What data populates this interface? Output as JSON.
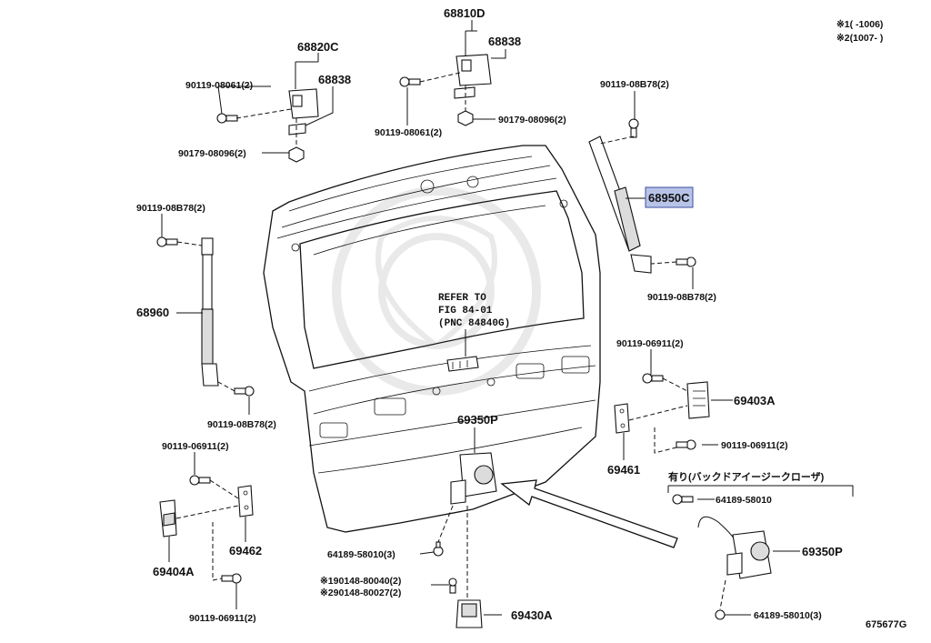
{
  "diagram_id": "675677G",
  "notes": {
    "note1": "※1(   -1006)",
    "note2": "※2(1007-   )"
  },
  "refer": {
    "line1": "REFER TO",
    "line2": "FIG 84-01",
    "line3": "(PNC 84840G)"
  },
  "easy_closer": {
    "label": "有り(バックドアイージークローザ)"
  },
  "labels": {
    "p68810D": "68810D",
    "p68838_right": "68838",
    "p68820C": "68820C",
    "p68838_left": "68838",
    "bolt_top_left": "90119-08061(2)",
    "nut_left": "90179-08096(2)",
    "bolt_top_center": "90119-08061(2)",
    "nut_center": "90179-08096(2)",
    "bolt_right_top": "90119-08B78(2)",
    "p68950C": "68950C",
    "bolt_right_mid": "90119-08B78(2)",
    "bolt_left_top": "90119-08B78(2)",
    "p68960": "68960",
    "bolt_left_low": "90119-08B78(2)",
    "bolt_69403": "90119-06911(2)",
    "p69403A": "69403A",
    "p69461": "69461",
    "bolt_69461": "90119-06911(2)",
    "p69350P_center": "69350P",
    "bolt_69404_top": "90119-06911(2)",
    "p69462": "69462",
    "p69404A": "69404A",
    "bolt_69404_bottom": "90119-06911(2)",
    "screw_center": "64189-58010(3)",
    "screw_note1": "※190148-80040(2)",
    "screw_note2": "※290148-80027(2)",
    "p69430A": "69430A",
    "bolt_closer": "64189-58010",
    "p69350P_right": "69350P",
    "screw_closer": "64189-58010(3)"
  }
}
